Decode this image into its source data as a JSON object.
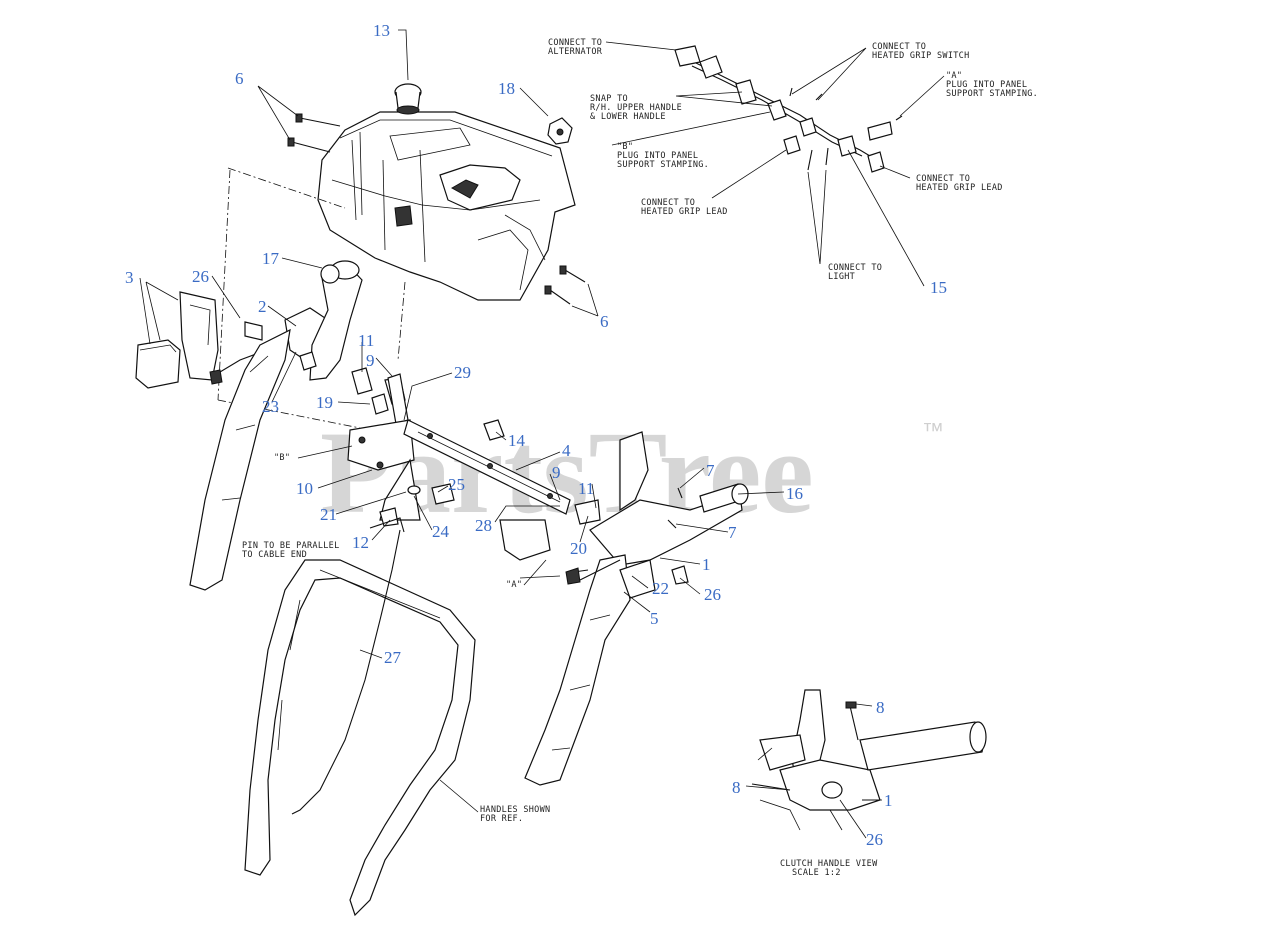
{
  "watermark": {
    "text": "PartsTree",
    "trademark": "™"
  },
  "colors": {
    "callout": "#3a6bc4",
    "watermark": "#d6d6d6",
    "line": "#111111"
  },
  "callouts": {
    "c1a": "1",
    "c1b": "1",
    "c2": "2",
    "c3": "3",
    "c4": "4",
    "c5": "5",
    "c6a": "6",
    "c6b": "6",
    "c7a": "7",
    "c7b": "7",
    "c8a": "8",
    "c8b": "8",
    "c9a": "9",
    "c9b": "9",
    "c10": "10",
    "c11a": "11",
    "c11b": "11",
    "c12": "12",
    "c13": "13",
    "c14": "14",
    "c15": "15",
    "c16": "16",
    "c17": "17",
    "c18": "18",
    "c19": "19",
    "c20": "20",
    "c21": "21",
    "c22": "22",
    "c23": "23",
    "c24": "24",
    "c25": "25",
    "c26a": "26",
    "c26b": "26",
    "c26c": "26",
    "c27": "27",
    "c28": "28",
    "c29": "29"
  },
  "notes": {
    "alternator": [
      "CONNECT TO",
      "ALTERNATOR"
    ],
    "grip_switch": [
      "CONNECT TO",
      "HEATED GRIP SWITCH"
    ],
    "plug_a": [
      "\"A\"",
      "PLUG INTO PANEL",
      "SUPPORT STAMPING."
    ],
    "snap_to": [
      "SNAP TO",
      "R/H. UPPER HANDLE",
      "& LOWER HANDLE"
    ],
    "plug_b": [
      "\"B\"",
      "PLUG INTO PANEL",
      "SUPPORT STAMPING."
    ],
    "grip_lead_right": [
      "CONNECT TO",
      "HEATED GRIP LEAD"
    ],
    "grip_lead_left": [
      "CONNECT TO",
      "HEATED GRIP LEAD"
    ],
    "light": [
      "CONNECT TO",
      "LIGHT"
    ],
    "pin_parallel": [
      "PIN TO BE PARALLEL",
      "TO CABLE END"
    ],
    "handles_ref": [
      "HANDLES SHOWN",
      "FOR REF."
    ],
    "clutch_view": [
      "CLUTCH HANDLE VIEW",
      "SCALE 1:2"
    ],
    "mark_b": "\"B\"",
    "mark_a": "\"A\""
  }
}
